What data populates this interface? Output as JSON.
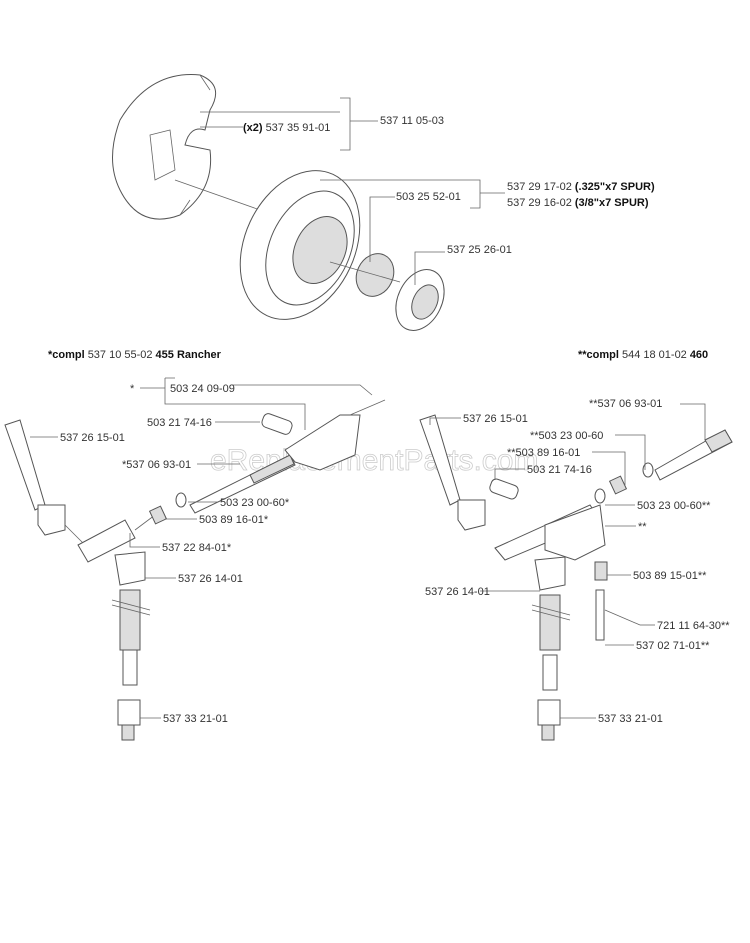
{
  "watermark": "eReplacementParts.com",
  "clutch": {
    "shoe_qty": "(x2)",
    "shoe": "537 35 91-01",
    "clutch_assy": "537 11 05-03",
    "bearing": "503 25 52-01",
    "drum_325": "537 29 17-02",
    "drum_325_note": "(.325\"x7 SPUR)",
    "drum_38": "537 29 16-02",
    "drum_38_note": "(3/8\"x7 SPUR)",
    "washer": "537 25 26-01"
  },
  "left": {
    "title_prefix": "*compl",
    "title_part": "537 10 55-02",
    "title_model": "455 Rancher",
    "star": "*",
    "items": {
      "p1": "503 24 09-09",
      "p2": "503 21 74-16",
      "p3": "537 26 15-01",
      "p4": "*537 06 93-01",
      "p5": "503 23 00-60*",
      "p6": "503 89 16-01*",
      "p7": "537 22 84-01*",
      "p8": "537 26 14-01",
      "p9": "537 33 21-01"
    }
  },
  "right": {
    "title_prefix": "**compl",
    "title_part": "544 18 01-02",
    "title_model": "460",
    "items": {
      "p1": "**537 06 93-01",
      "p2": "537 26 15-01",
      "p3": "**503 23 00-60",
      "p4": "**503 89 16-01",
      "p5": "503 21 74-16",
      "p6": "503 23 00-60**",
      "p7": "**",
      "p8": "537 26 14-01",
      "p9": "503 89 15-01**",
      "p10": "721 11 64-30**",
      "p11": "537 02 71-01**",
      "p12": "537 33 21-01"
    }
  }
}
